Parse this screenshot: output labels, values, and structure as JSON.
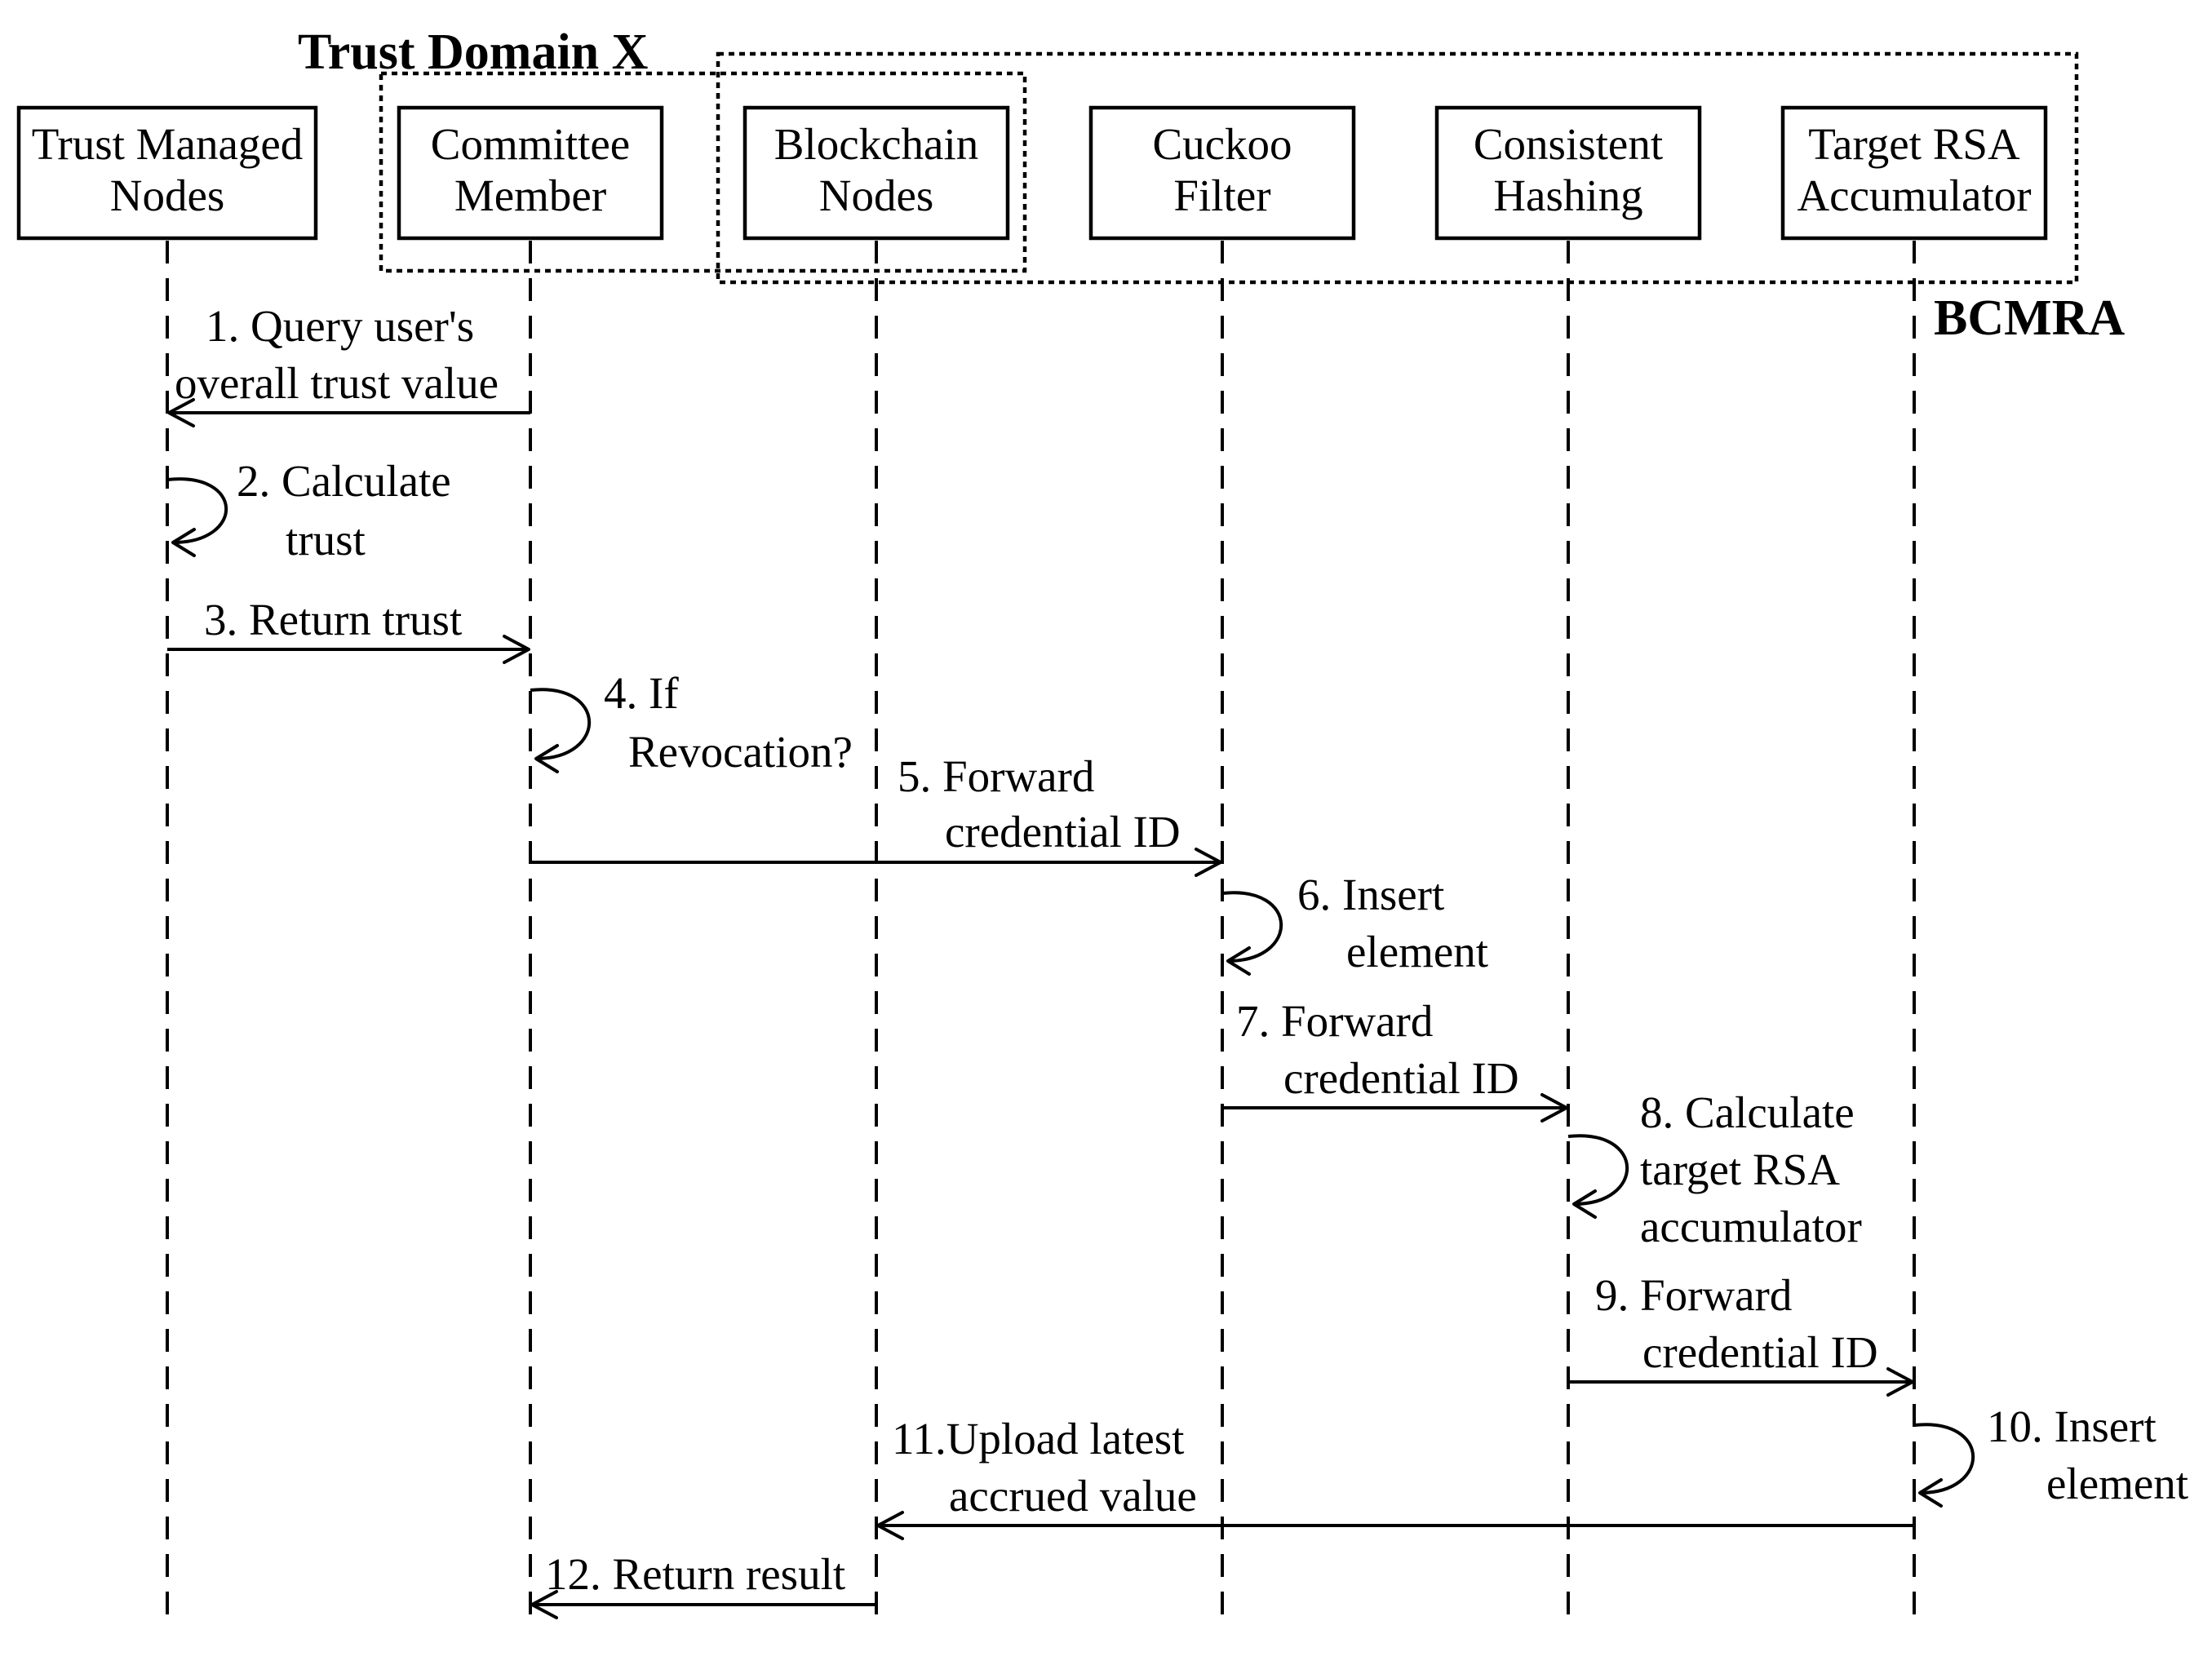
{
  "groups": {
    "trust_domain": "Trust Domain X",
    "bcmra": "BCMRA"
  },
  "participants": [
    {
      "id": "tmn",
      "lines": [
        "Trust Managed",
        "Nodes"
      ]
    },
    {
      "id": "cm",
      "lines": [
        "Committee",
        "Member"
      ]
    },
    {
      "id": "bn",
      "lines": [
        "Blockchain",
        "Nodes"
      ]
    },
    {
      "id": "cf",
      "lines": [
        "Cuckoo",
        "Filter"
      ]
    },
    {
      "id": "ch",
      "lines": [
        "Consistent",
        "Hashing"
      ]
    },
    {
      "id": "rsa",
      "lines": [
        "Target RSA",
        "Accumulator"
      ]
    }
  ],
  "messages": [
    {
      "step": 1,
      "from": "cm",
      "to": "tmn",
      "lines": [
        "1. Query user's",
        "overall trust value"
      ]
    },
    {
      "step": 2,
      "from": "tmn",
      "to": "tmn",
      "lines": [
        "2. Calculate",
        "trust"
      ]
    },
    {
      "step": 3,
      "from": "tmn",
      "to": "cm",
      "lines": [
        "3. Return trust"
      ]
    },
    {
      "step": 4,
      "from": "cm",
      "to": "cm",
      "lines": [
        "4. If",
        "Revocation?"
      ]
    },
    {
      "step": 5,
      "from": "cm",
      "to": "cf",
      "lines": [
        "5. Forward",
        "credential ID"
      ]
    },
    {
      "step": 6,
      "from": "cf",
      "to": "cf",
      "lines": [
        "6. Insert",
        "element"
      ]
    },
    {
      "step": 7,
      "from": "cf",
      "to": "ch",
      "lines": [
        "7. Forward",
        "credential ID"
      ]
    },
    {
      "step": 8,
      "from": "ch",
      "to": "ch",
      "lines": [
        "8. Calculate",
        "target RSA",
        "accumulator"
      ]
    },
    {
      "step": 9,
      "from": "ch",
      "to": "rsa",
      "lines": [
        "9. Forward",
        "credential ID"
      ]
    },
    {
      "step": 10,
      "from": "rsa",
      "to": "rsa",
      "lines": [
        "10. Insert",
        "element"
      ]
    },
    {
      "step": 11,
      "from": "rsa",
      "to": "bn",
      "lines": [
        "11.Upload latest",
        "accrued value"
      ]
    },
    {
      "step": 12,
      "from": "bn",
      "to": "cm",
      "lines": [
        "12. Return result"
      ]
    }
  ]
}
